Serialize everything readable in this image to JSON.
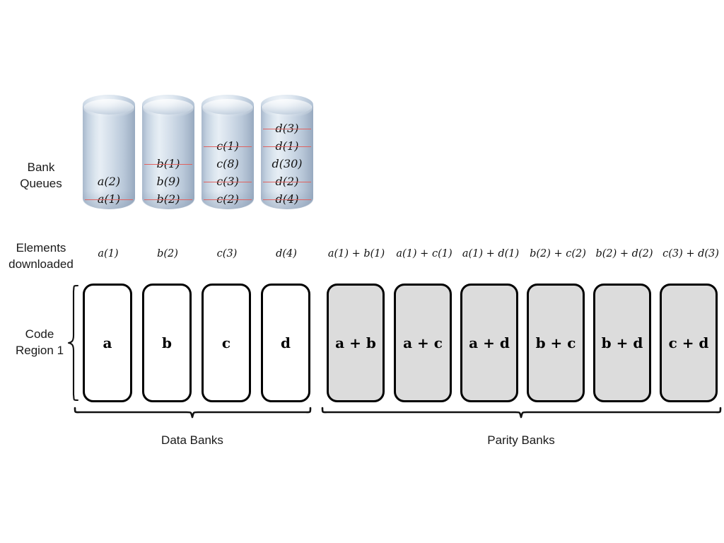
{
  "figure": {
    "background": "#ffffff",
    "strike_color": "#e0625f",
    "parity_fill": "#dcdcdc",
    "data_fill": "#ffffff",
    "cylinder_color": "#c3d1e0"
  },
  "row_labels": {
    "bank_queues": "Bank\nQueues",
    "elements_downloaded": "Elements\ndownloaded",
    "code_region": "Code\nRegion 1"
  },
  "bank_queues": {
    "queues": [
      {
        "bank": "a",
        "items": [
          {
            "text": "a(2)",
            "struck": false
          },
          {
            "text": "a(1)",
            "struck": true
          }
        ]
      },
      {
        "bank": "b",
        "items": [
          {
            "text": "b(1)",
            "struck": true
          },
          {
            "text": "b(9)",
            "struck": false
          },
          {
            "text": "b(2)",
            "struck": true
          }
        ]
      },
      {
        "bank": "c",
        "items": [
          {
            "text": "c(1)",
            "struck": true
          },
          {
            "text": "c(8)",
            "struck": false
          },
          {
            "text": "c(3)",
            "struck": true
          },
          {
            "text": "c(2)",
            "struck": true
          }
        ]
      },
      {
        "bank": "d",
        "items": [
          {
            "text": "d(3)",
            "struck": true
          },
          {
            "text": "d(1)",
            "struck": true
          },
          {
            "text": "d(30)",
            "struck": false
          },
          {
            "text": "d(2)",
            "struck": true
          },
          {
            "text": "d(4)",
            "struck": true
          }
        ]
      }
    ]
  },
  "elements_downloaded": {
    "data": [
      "a(1)",
      "b(2)",
      "c(3)",
      "d(4)"
    ],
    "parity": [
      "a(1) + b(1)",
      "a(1) + c(1)",
      "a(1) + d(1)",
      "b(2) + c(2)",
      "b(2) + d(2)",
      "c(3) + d(3)"
    ]
  },
  "code_region_1": {
    "data_banks": [
      "a",
      "b",
      "c",
      "d"
    ],
    "parity_banks": [
      "a + b",
      "a + c",
      "a + d",
      "b + c",
      "b + d",
      "c + d"
    ]
  },
  "group_labels": {
    "data_banks": "Data Banks",
    "parity_banks": "Parity Banks"
  }
}
